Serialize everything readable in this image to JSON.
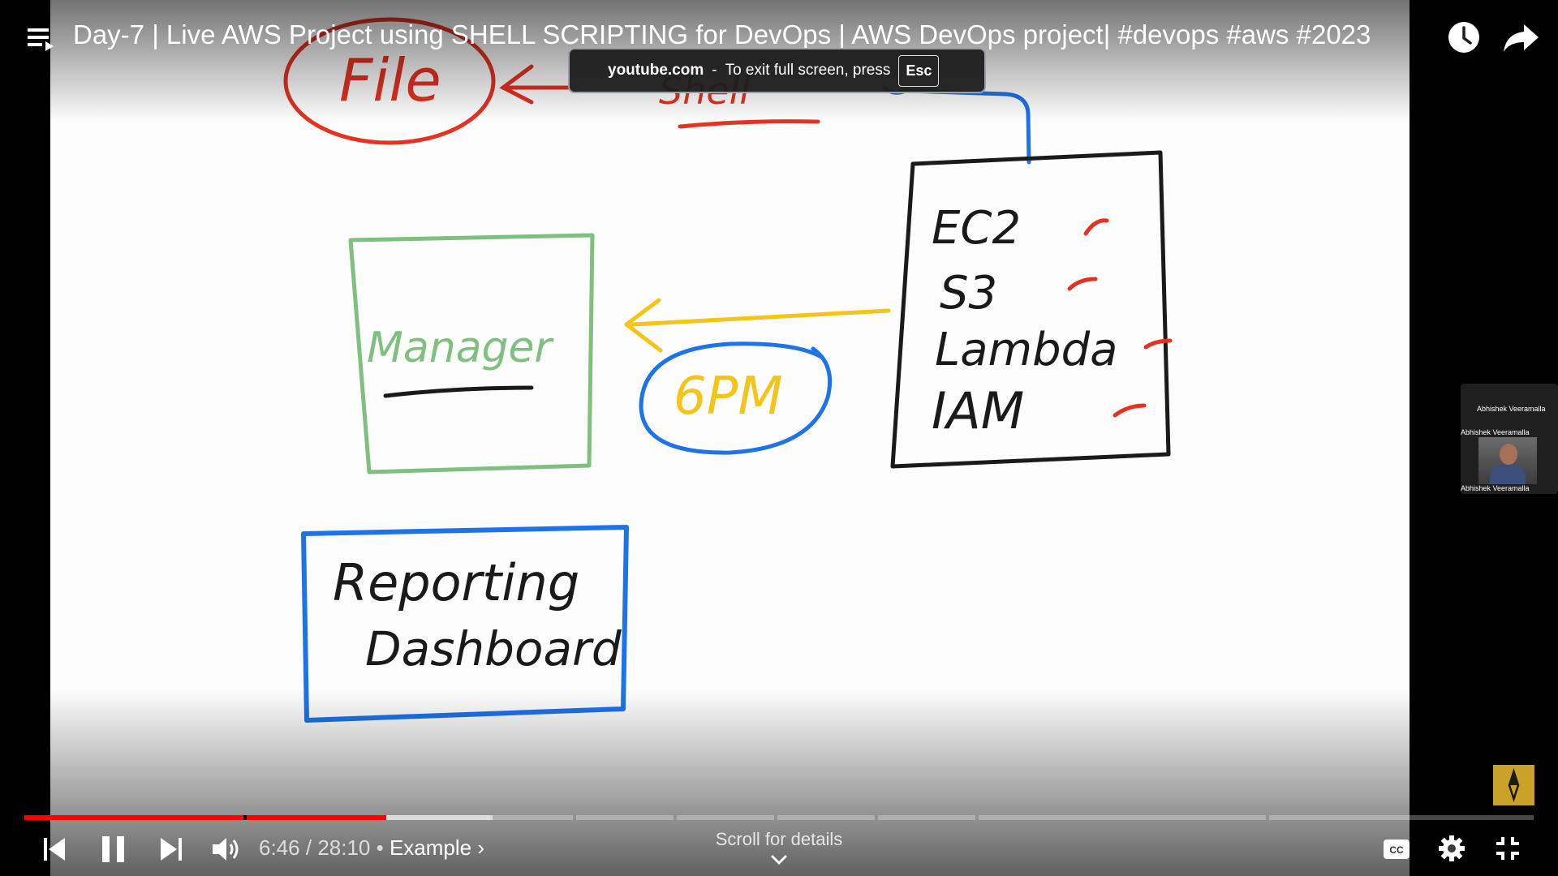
{
  "player": {
    "title": "Day-7 | Live AWS Project using SHELL SCRIPTING for DevOps | AWS DevOps project| #devops #aws #2023",
    "toast": {
      "site": "youtube.com",
      "separator": "-",
      "message": "To exit full screen, press",
      "key": "Esc"
    },
    "current_time": "6:46",
    "time_separator": "/",
    "duration": "28:10",
    "chapter_prefix": "•",
    "chapter": "Example ›",
    "scroll_hint": "Scroll for details",
    "progress": {
      "played_fraction": 0.24,
      "buffered_fraction": 0.31
    },
    "accent_color": "#ff0000"
  },
  "webcam": {
    "label_top": "Abhishek Veeramalla",
    "label_mid": "Abhishek Veeramalla",
    "label_bottom": "Abhishek Veeramalla"
  },
  "whiteboard": {
    "file_label": "File",
    "shell_label": "Shell",
    "manager_label": "Manager",
    "time_label": "6PM",
    "services": [
      "EC2",
      "S3",
      "Lambda",
      "IAM"
    ],
    "dashboard_line1": "Reporting",
    "dashboard_line2": "Dashboard",
    "colors": {
      "red": "#e53222",
      "green": "#7fbf7f",
      "blue": "#1e73e8",
      "yellow": "#f4c518",
      "black": "#1a1a1a"
    }
  },
  "icons": [
    "menu-icon",
    "watch-later-icon",
    "share-icon",
    "previous-icon",
    "pause-icon",
    "next-icon",
    "volume-icon",
    "captions-icon",
    "settings-icon",
    "exit-fullscreen-icon",
    "compass-icon",
    "chevron-down-icon"
  ]
}
